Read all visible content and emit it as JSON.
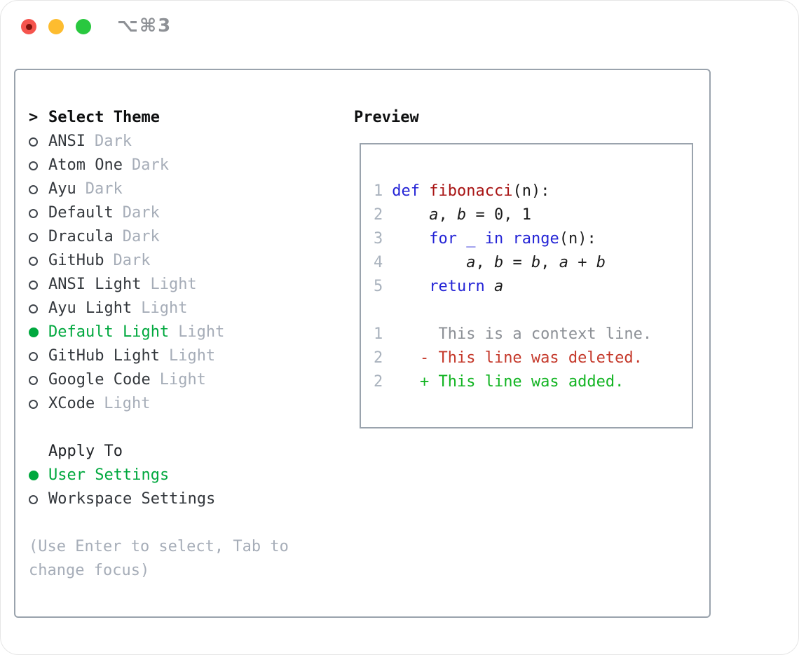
{
  "window": {
    "title": "⌥⌘3"
  },
  "theme_panel": {
    "header": {
      "marker": ">",
      "label": "Select Theme"
    },
    "themes": [
      {
        "name": "ANSI",
        "variant": "Dark",
        "selected": false
      },
      {
        "name": "Atom One",
        "variant": "Dark",
        "selected": false
      },
      {
        "name": "Ayu",
        "variant": "Dark",
        "selected": false
      },
      {
        "name": "Default",
        "variant": "Dark",
        "selected": false
      },
      {
        "name": "Dracula",
        "variant": "Dark",
        "selected": false
      },
      {
        "name": "GitHub",
        "variant": "Dark",
        "selected": false
      },
      {
        "name": "ANSI Light",
        "variant": "Light",
        "selected": false
      },
      {
        "name": "Ayu Light",
        "variant": "Light",
        "selected": false
      },
      {
        "name": "Default Light",
        "variant": "Light",
        "selected": true
      },
      {
        "name": "GitHub Light",
        "variant": "Light",
        "selected": false
      },
      {
        "name": "Google Code",
        "variant": "Light",
        "selected": false
      },
      {
        "name": "XCode",
        "variant": "Light",
        "selected": false
      }
    ],
    "apply_to": {
      "label": "Apply To",
      "options": [
        {
          "label": "User Settings",
          "selected": true
        },
        {
          "label": "Workspace Settings",
          "selected": false
        }
      ]
    },
    "help_text": "(Use Enter to select, Tab to change focus)"
  },
  "preview": {
    "header": "Preview",
    "lines": [
      {
        "num": "1",
        "tokens": [
          {
            "t": "def",
            "c": "keyword"
          },
          {
            "t": " ",
            "c": "code"
          },
          {
            "t": "fibonacci",
            "c": "function"
          },
          {
            "t": "(n):",
            "c": "code"
          }
        ]
      },
      {
        "num": "2",
        "tokens": [
          {
            "t": "    ",
            "c": "code"
          },
          {
            "t": "a",
            "c": "variable"
          },
          {
            "t": ", ",
            "c": "code"
          },
          {
            "t": "b",
            "c": "variable"
          },
          {
            "t": " = 0, 1",
            "c": "code"
          }
        ]
      },
      {
        "num": "3",
        "tokens": [
          {
            "t": "    ",
            "c": "code"
          },
          {
            "t": "for",
            "c": "keyword"
          },
          {
            "t": " ",
            "c": "code"
          },
          {
            "t": "_",
            "c": "keyword"
          },
          {
            "t": " ",
            "c": "code"
          },
          {
            "t": "in",
            "c": "keyword"
          },
          {
            "t": " ",
            "c": "code"
          },
          {
            "t": "range",
            "c": "keyword"
          },
          {
            "t": "(n):",
            "c": "code"
          }
        ]
      },
      {
        "num": "4",
        "tokens": [
          {
            "t": "        ",
            "c": "code"
          },
          {
            "t": "a",
            "c": "variable"
          },
          {
            "t": ", ",
            "c": "code"
          },
          {
            "t": "b",
            "c": "variable"
          },
          {
            "t": " = ",
            "c": "code"
          },
          {
            "t": "b",
            "c": "variable"
          },
          {
            "t": ", ",
            "c": "code"
          },
          {
            "t": "a",
            "c": "variable"
          },
          {
            "t": " + ",
            "c": "code"
          },
          {
            "t": "b",
            "c": "variable"
          }
        ]
      },
      {
        "num": "5",
        "tokens": [
          {
            "t": "    ",
            "c": "code"
          },
          {
            "t": "return",
            "c": "keyword"
          },
          {
            "t": " ",
            "c": "code"
          },
          {
            "t": "a",
            "c": "variable"
          }
        ]
      },
      {
        "num": "",
        "tokens": []
      },
      {
        "num": "1",
        "tokens": [
          {
            "t": "     This is a context line.",
            "c": "context"
          }
        ]
      },
      {
        "num": "2",
        "tokens": [
          {
            "t": "   - This line was deleted.",
            "c": "deleted"
          }
        ]
      },
      {
        "num": "2",
        "tokens": [
          {
            "t": "   + This line was added.",
            "c": "added"
          }
        ]
      }
    ]
  },
  "colors": {
    "selected_green": "#00a83e",
    "text": "#33373c",
    "muted": "#a6adb8",
    "border": "#9aa3ad",
    "radio_ring": "#41464d",
    "titlebar_text": "#8e9196",
    "keyword": "#2424d6",
    "function": "#a81414",
    "code": "#1c1c1c",
    "lineno": "#a9b2bd",
    "context": "#8c9096",
    "deleted": "#c5392b",
    "added": "#12b422",
    "traffic_red": "#f5544d",
    "traffic_red_dot": "#7e120c",
    "traffic_yellow": "#fdbc2f",
    "traffic_green": "#29c83f"
  }
}
